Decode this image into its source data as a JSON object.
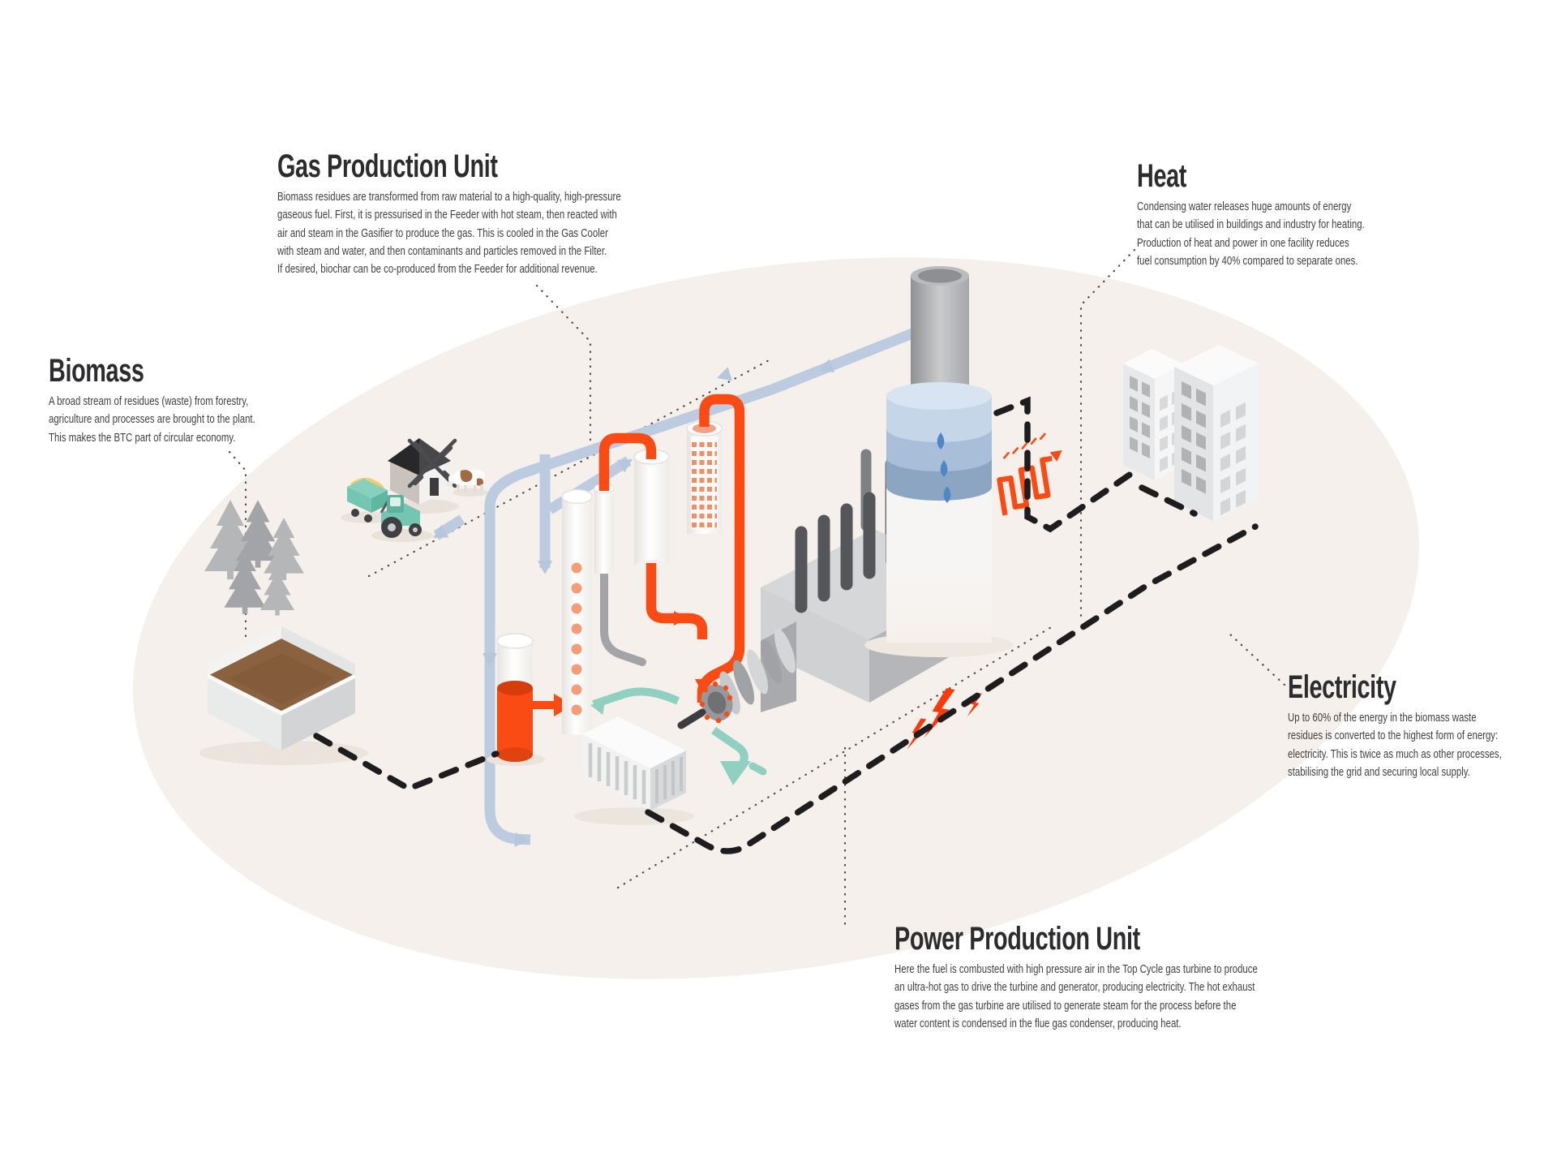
{
  "title": "Biomass to energy process infographic",
  "sections": {
    "gas_production": {
      "heading": "Gas Production Unit",
      "body": "Biomass residues are transformed from raw material to a high-quality, high-pressure\ngaseous fuel. First, it is pressurised in the Feeder with hot steam, then reacted with\nair and steam in the Gasifier to produce the gas. This is cooled in the Gas Cooler\nwith steam and water, and then contaminants and particles removed in the Filter.\nIf desired, biochar can be co-produced from the Feeder for additional revenue."
    },
    "heat": {
      "heading": "Heat",
      "body": "Condensing water releases huge amounts of energy\nthat can be utilised in buildings and industry for heating.\nProduction of heat and power in one facility reduces\nfuel consumption by 40% compared to separate ones."
    },
    "biomass": {
      "heading": "Biomass",
      "body": "A broad stream of residues (waste) from forestry,\nagriculture and processes are brought to the plant.\nThis makes the BTC part of circular economy."
    },
    "electricity": {
      "heading": "Electricity",
      "body": "Up to 60% of the energy in the biomass waste\nresidues is converted to the highest form of energy:\nelectricity. This is twice as much as other processes,\nstabilising the grid and securing local supply."
    },
    "power_production": {
      "heading": "Power Production Unit",
      "body": "Here the fuel is combusted with high pressure air in the Top Cycle gas turbine to produce\nan ultra-hot gas to drive the turbine and generator, producing electricity. The hot exhaust\ngases from the gas turbine are utilised to generate steam for the process before the\nwater content is condensed in the flue gas condenser, producing heat."
    }
  },
  "colors": {
    "accent_orange": "#FA4B14",
    "pipe_blue": "#BCCBDF",
    "steam_teal": "#8FD0C0",
    "ellipse_background": "#F5F0EB",
    "heading_text": "#2C2C2E",
    "body_text": "#3F3F41",
    "dash_black": "#1D1D1F",
    "bolt_red": "#F93B0C",
    "biomass_brown": "#8A6240",
    "condenser_blue": "#9FB8D4",
    "droplet_blue": "#4F86C6"
  },
  "icons": [
    "pine-trees",
    "windmill",
    "tractor",
    "trailer",
    "cow",
    "biomass-container",
    "feeder",
    "gasifier",
    "filter",
    "gas-cooler",
    "gas-pipes",
    "turbine",
    "generator",
    "heat-recovery-unit",
    "flue-gas-condenser",
    "chimney",
    "water-droplets",
    "radiator",
    "city-buildings",
    "lightning-bolts"
  ]
}
